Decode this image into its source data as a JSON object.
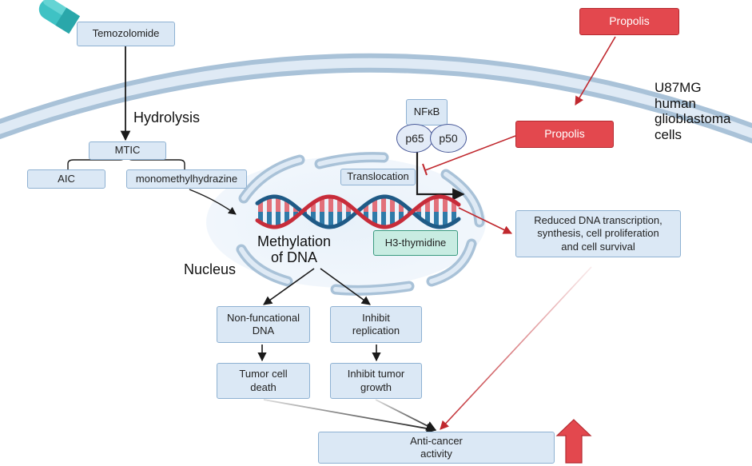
{
  "nodes": {
    "temozolomide": "Temozolomide",
    "hydrolysis": "Hydrolysis",
    "mtic": "MTIC",
    "aic": "AIC",
    "monomethylhydrazine": "monomethylhydrazine",
    "propolis_outside": "Propolis",
    "propolis_inside": "Propolis",
    "cell_label": "U87MG\nhuman\nglioblastoma\ncells",
    "nfkb": "NFκB",
    "p65": "p65",
    "p50": "p50",
    "translocation": "Translocation",
    "reduced_effects": "Reduced DNA transcription,\nsynthesis, cell proliferation\nand cell survival",
    "methylation": "Methylation\nof DNA",
    "h3_thymidine": "H3-thymidine",
    "nucleus": "Nucleus",
    "non_functional_dna": "Non-funcational\nDNA",
    "inhibit_replication": "Inhibit\nreplication",
    "tumor_cell_death": "Tumor cell\ndeath",
    "inhibit_tumor_growth": "Inhibit tumor\ngrowth",
    "anti_cancer": "Anti-cancer\nactivity"
  },
  "colors": {
    "membrane": "#a9c2d8",
    "membrane_inner": "#dfeaf5",
    "box_fill": "#dbe8f5",
    "box_border": "#8eb1d2",
    "propolis": "#e3484e",
    "inhibition": "#c0282e",
    "dna_red": "#c72c3a",
    "dna_blue": "#1f5a86",
    "teal_box": "#c8ece2",
    "pill": "#3fc2c4",
    "up_arrow": "#e3484e"
  },
  "icons": [
    "capsule-icon",
    "dna-helix-icon",
    "up-arrow-icon"
  ]
}
